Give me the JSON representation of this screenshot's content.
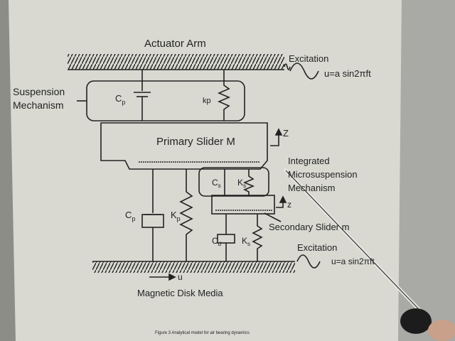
{
  "diagram": {
    "title": "Actuator Arm",
    "suspension_label_1": "Suspension",
    "suspension_label_2": "Mechanism",
    "top_cp": "C",
    "top_cp_sub": "p",
    "top_kp": "kp",
    "primary_slider": "Primary Slider M",
    "Z_upper": "Z",
    "integrated_1": "Integrated",
    "integrated_2": "Microsuspension",
    "integrated_3": "Mechanism",
    "cs": "C",
    "cs_sub": "s",
    "ks": "K",
    "ks_sub": "s",
    "z_lower": "z",
    "cp_lower": "C",
    "cp_lower_sub": "p",
    "kp_lower": "K",
    "kp_lower_sub": "p",
    "cd": "C",
    "cd_sub": "d",
    "kd": "K",
    "kd_sub": "s",
    "secondary_slider": "Secondary Slider m",
    "excitation_top": "Excitation",
    "excitation_top_eq": "u=a sin2πft",
    "excitation_bottom": "Excitation",
    "excitation_bottom_eq": "u=a sin2πft",
    "u_arrow": "u",
    "disk_media": "Magnetic Disk Media",
    "caption": "Figure 3 Analytical model for air bearing dynamics"
  },
  "colors": {
    "screen": "#d9d9d2",
    "ink": "#222222",
    "wall": "#a9a9a6"
  }
}
